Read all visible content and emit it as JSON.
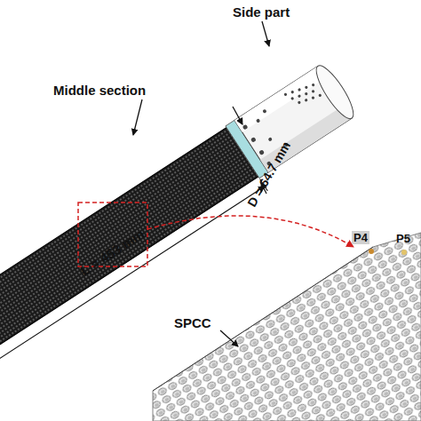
{
  "diagram": {
    "labels": [
      "Side part",
      "Middle section",
      "L = 453 mm",
      "D = 64.7 mm",
      "SPCC",
      "P4",
      "P5"
    ]
  }
}
